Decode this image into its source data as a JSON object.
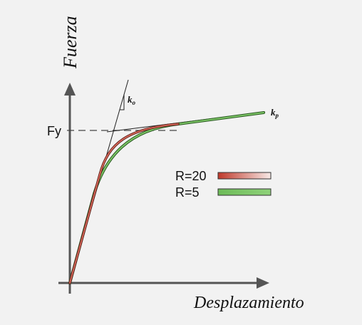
{
  "diagram": {
    "y_axis_label": "Fuerza",
    "x_axis_label": "Desplazamiento",
    "fy_label": "Fy",
    "k0_label": "k",
    "k0_subscript": "o",
    "kp_label": "k",
    "kp_subscript": "p",
    "legend": [
      {
        "label": "R=20",
        "color": "#c0392b"
      },
      {
        "label": "R=5",
        "color": "#3c8a2e"
      }
    ],
    "colors": {
      "background": "#f2f2f2",
      "axis": "#555555",
      "curve_r20": "#c0392b",
      "curve_r5": "#3c8a2e",
      "tangent_line": "#222222",
      "dash_line": "#444444"
    }
  }
}
